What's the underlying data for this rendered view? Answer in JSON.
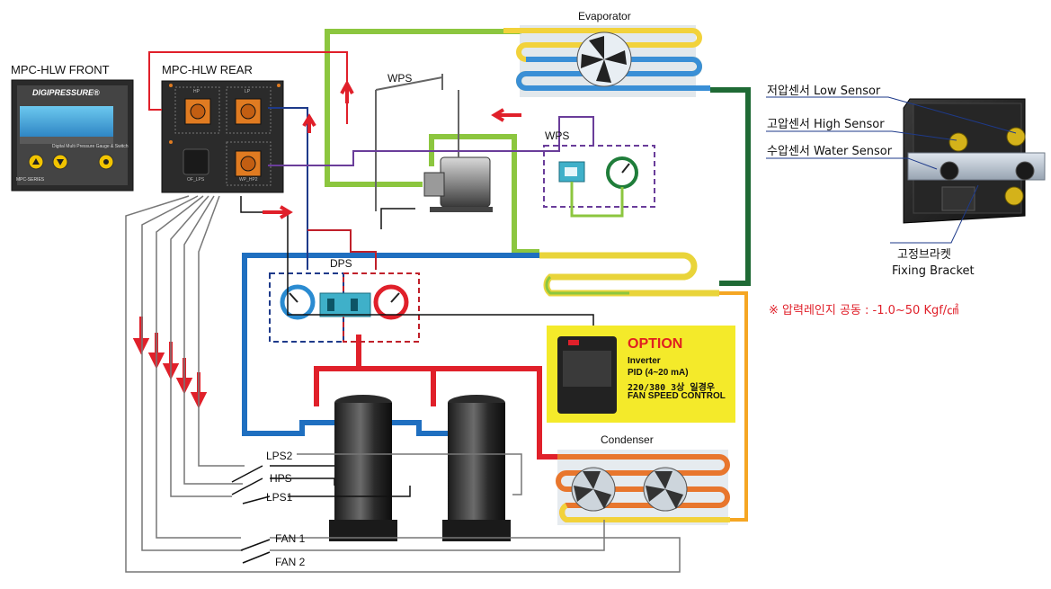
{
  "front_panel": {
    "title": "MPC-HLW  FRONT",
    "brand": "DIGIPRESSURE®",
    "subtitle": "Digital Multi Pressure Gauge & Switch",
    "series": "MPC-SERIES"
  },
  "rear_panel": {
    "title": "MPC-HLW  REAR",
    "ports": [
      "HP",
      "LP",
      "WP_HP2"
    ],
    "switch_label": "OF_LPS"
  },
  "evaporator": {
    "label": "Evaporator"
  },
  "condenser": {
    "label": "Condenser"
  },
  "wps_switch": {
    "label": "WPS"
  },
  "wps_gauge": {
    "label": "WPS"
  },
  "dps": {
    "label": "DPS"
  },
  "option_box": {
    "title": "OPTION",
    "lines": [
      "Inverter",
      "PID (4~20 mA)",
      "220/380 3상 일경우",
      "FAN SPEED CONTROL"
    ]
  },
  "wiring_labels": [
    "LPS2",
    "HPS",
    "LPS1",
    "FAN 1",
    "FAN 2"
  ],
  "sensor_callouts": {
    "low": "저압센서 Low Sensor",
    "high": "고압센서 High Sensor",
    "water": "수압센서 Water Sensor",
    "bracket_kr": "고정브라켓",
    "bracket_en": "Fixing Bracket"
  },
  "pressure_note": "※ 압력레인지 공동 : -1.0~50 Kgf/㎠",
  "colors": {
    "red_line": "#e0202a",
    "blue_line": "#1f6fc0",
    "green_line": "#8cc63f",
    "dark_green_line": "#1f6a35",
    "orange_line": "#f5a623",
    "purple_line": "#6a3d9a",
    "option_bg": "#f4ea2a"
  }
}
